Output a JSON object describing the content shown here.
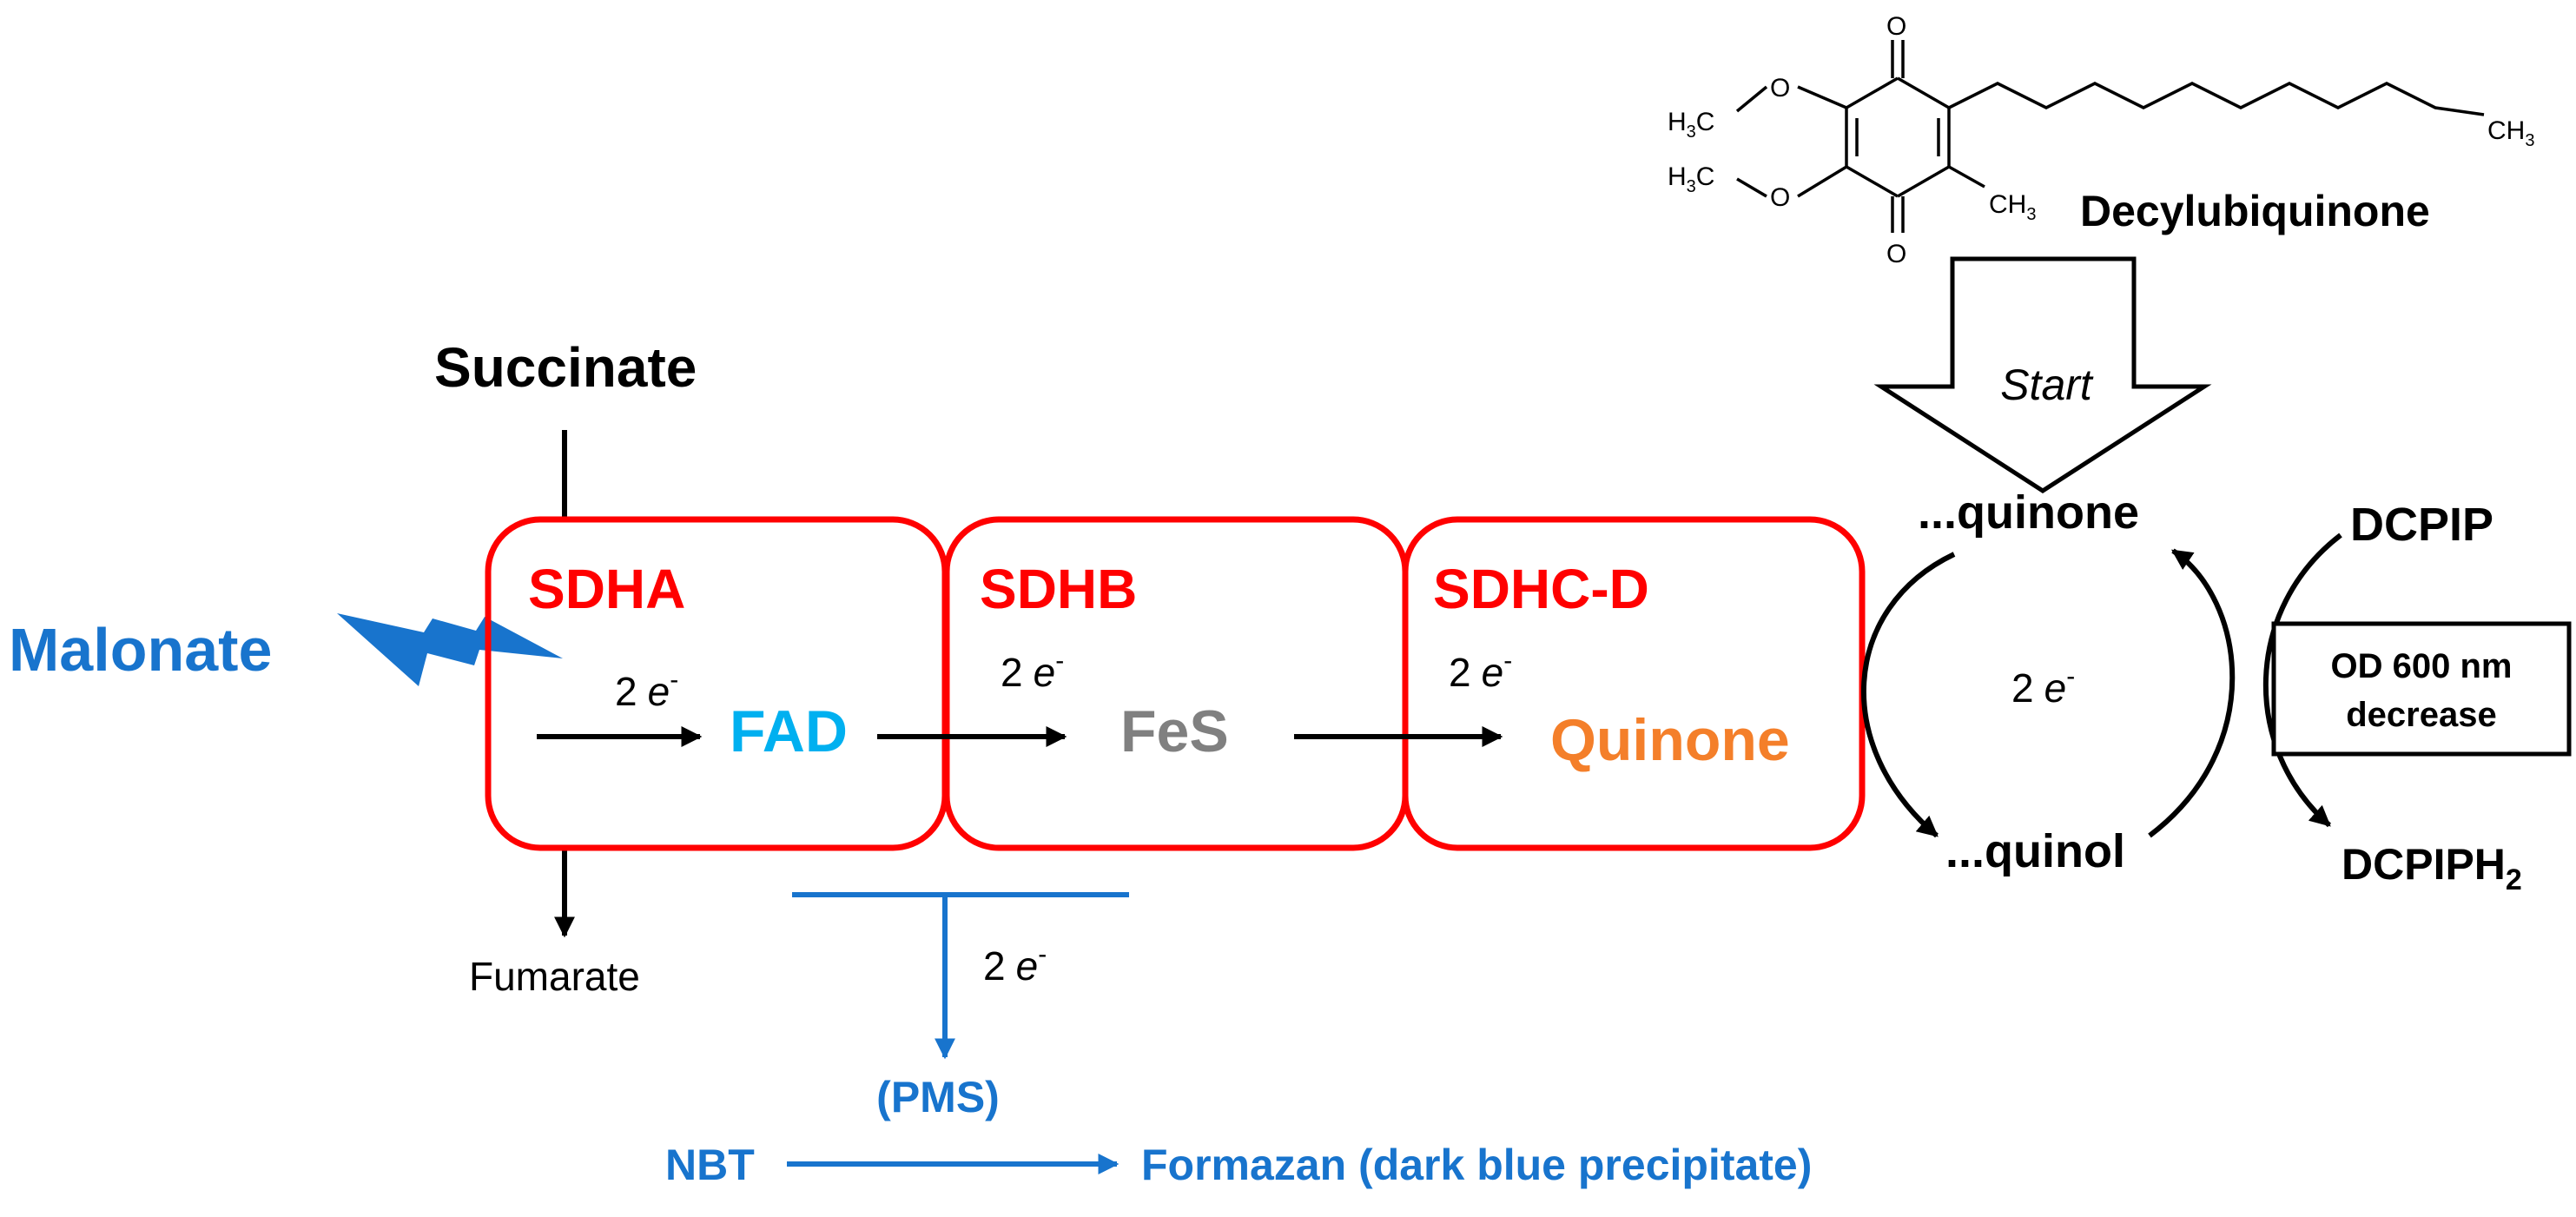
{
  "colors": {
    "complex": "#ff0000",
    "inhibitor": "#1874cd",
    "fad": "#00b0f0",
    "fes": "#808080",
    "quinone": "#f47f2a",
    "ink": "#000000"
  },
  "labels": {
    "succinate": "Succinate",
    "fumarate": "Fumarate",
    "malonate": "Malonate",
    "sdha": "SDHA",
    "sdhb": "SDHB",
    "sdhcd": "SDHC-D",
    "fad": "FAD",
    "fes": "FeS",
    "quinone": "Quinone",
    "quinone_pool": "...quinone",
    "quinol_pool": "...quinol",
    "dcpip": "DCPIP",
    "dcpiph2": "DCPIPH",
    "dcpiph2_sub": "2",
    "od_line1": "OD 600 nm",
    "od_line2": "decrease",
    "start": "Start",
    "decylubiquinone": "Decylubiquinone",
    "pms": "(PMS)",
    "nbt": "NBT",
    "formazan": "Formazan (dark blue precipitate)",
    "two": "2",
    "electron": "e",
    "minus": "-"
  },
  "molecule": {
    "h3c": "H",
    "h3c_sub": "3",
    "c": "C",
    "oxygen": "O",
    "ch3": "CH",
    "ch3_sub": "3"
  }
}
